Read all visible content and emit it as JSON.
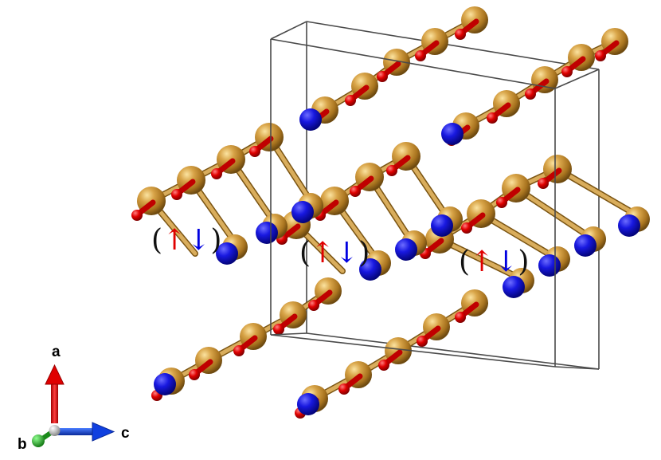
{
  "labels": {
    "spin_pair_left": {
      "open": "(",
      "up": "↑",
      "down": "↓",
      "close": ")"
    },
    "spin_pair_middle": {
      "open": "(",
      "up": "↑",
      "down": "↓",
      "close": ")"
    },
    "spin_pair_right": {
      "open": "(",
      "up": "↑",
      "down": "↓",
      "close": ")"
    }
  },
  "axes": {
    "a": "a",
    "b": "b",
    "c": "c"
  },
  "colors": {
    "atom_gold": "#b8862a",
    "bond": "#b8862a",
    "spin_up": "#e00000",
    "spin_down": "#1010e0",
    "cell_edge": "#505050",
    "axis_a": "#e00000",
    "axis_b": "#22aa22",
    "axis_c": "#1040e0"
  }
}
